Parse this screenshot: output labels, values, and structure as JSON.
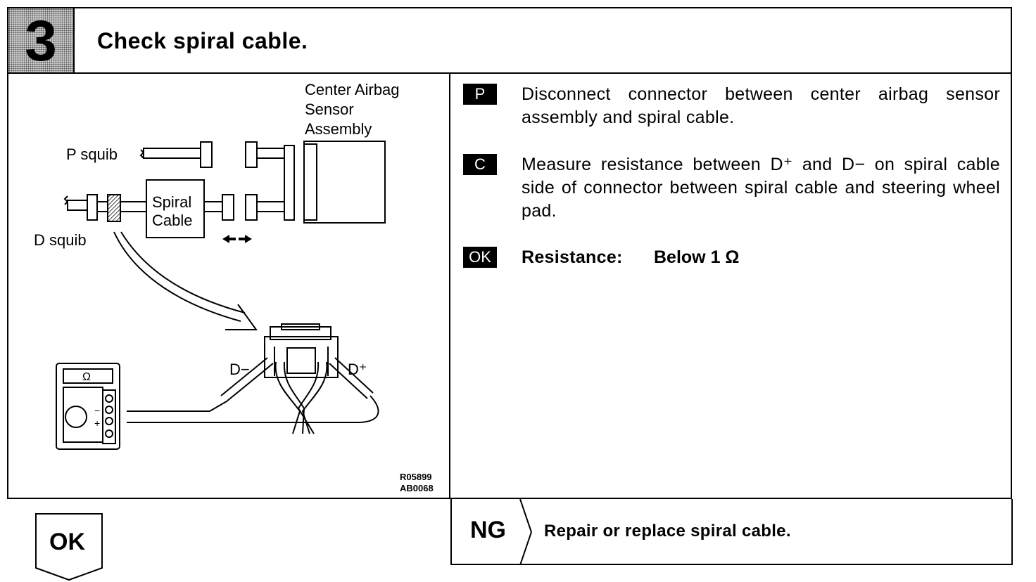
{
  "header": {
    "step_number": "3",
    "title": "Check spiral cable."
  },
  "diagram": {
    "label_center_airbag_1": "Center Airbag",
    "label_center_airbag_2": "Sensor",
    "label_center_airbag_3": "Assembly",
    "label_p_squib": "P squib",
    "label_d_squib": "D squib",
    "label_spiral_1": "Spiral",
    "label_spiral_2": "Cable",
    "label_d_minus": "D−",
    "label_d_plus": "D⁺",
    "meter_symbol": "Ω",
    "meter_minus": "−",
    "meter_plus": "+",
    "ref_code_1": "R05899",
    "ref_code_2": "AB0068"
  },
  "procedure": {
    "p_badge": "P",
    "p_text": "Disconnect connector between center airbag sensor assembly and spiral cable.",
    "c_badge": "C",
    "c_text": "Measure resistance between D⁺ and D− on spiral cable side of connector between spiral cable and steering wheel pad.",
    "ok_badge": "OK",
    "resistance_label": "Resistance:",
    "resistance_value": "Below 1 Ω"
  },
  "outcomes": {
    "ok_label": "OK",
    "ng_label": "NG",
    "ng_text": "Repair or replace spiral cable."
  }
}
